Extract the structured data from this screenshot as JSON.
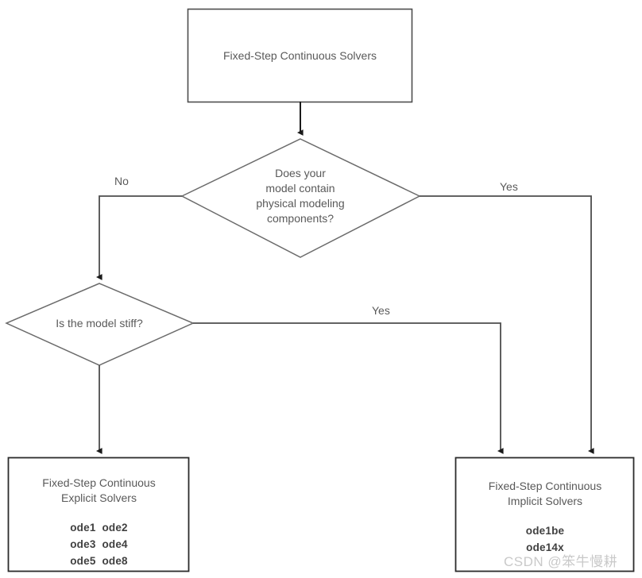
{
  "diagram": {
    "title": "Fixed-Step Continuous Solvers decision flowchart",
    "colors": {
      "stroke": "#4d4d4d",
      "arrow": "#1a1a1a",
      "text": "#595959",
      "bold_text": "#404040",
      "background": "#ffffff",
      "watermark": "#c9c9c9"
    },
    "nodes": {
      "start_box": {
        "label": "Fixed-Step Continuous Solvers"
      },
      "decision_physical": {
        "label": "Does your\nmodel contain\nphysical modeling\ncomponents?"
      },
      "decision_stiff": {
        "label": "Is the model stiff?"
      },
      "explicit_box": {
        "title": "Fixed-Step Continuous\nExplicit Solvers",
        "solvers": [
          "ode1  ode2",
          "ode3  ode4",
          "ode5  ode8"
        ]
      },
      "implicit_box": {
        "title": "Fixed-Step Continuous\nImplicit Solvers",
        "solvers": [
          "ode1be",
          "ode14x"
        ]
      }
    },
    "edges": {
      "physical_no": "No",
      "physical_yes": "Yes",
      "stiff_yes": "Yes"
    },
    "watermark": "CSDN @笨牛慢耕"
  }
}
